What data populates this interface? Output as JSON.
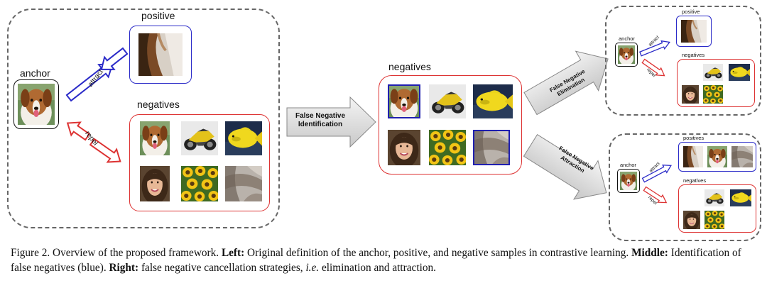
{
  "left_panel": {
    "anchor_label": "anchor",
    "positive_label": "positive",
    "negatives_label": "negatives",
    "attract_label": "attract",
    "repel_label": "repel"
  },
  "middle_arrow_label": "False Negative\nIdentification",
  "middle_panel": {
    "negatives_label": "negatives"
  },
  "right_top": {
    "arrow_label": "False Negative\nElimination",
    "anchor_label": "anchor",
    "positive_label": "positive",
    "negatives_label": "negatives",
    "attract_label": "attract",
    "repel_label": "repel"
  },
  "right_bottom": {
    "arrow_label": "False Negative\nAttraction",
    "anchor_label": "anchor",
    "positive_label": "positives",
    "negatives_label": "negatives",
    "attract_label": "attract",
    "repel_label": "repel"
  },
  "caption": {
    "figure": "Figure 2. Overview of the proposed framework.",
    "left_head": "Left:",
    "left_text": "Original definition of the anchor, positive, and negative samples in contrastive learning.",
    "middle_head": "Middle:",
    "middle_text": "Identification of false negatives (blue).",
    "right_head": "Right:",
    "right_text_1": "false negative cancellation strategies,",
    "right_ie": "i.e.",
    "right_text_2": "elimination and attraction."
  },
  "colors": {
    "attract": "#2a2ac8",
    "repel": "#d33333",
    "dashed": "#666666",
    "highlight": "#1f1fb0"
  }
}
